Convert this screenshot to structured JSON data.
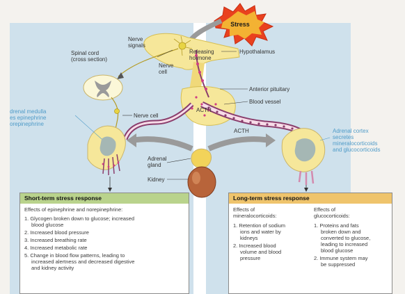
{
  "stress_label": "Stress",
  "labels": {
    "spinal_cord": "Spinal cord\n(cross section)",
    "nerve_signals": "Nerve\nsignals",
    "nerve_cell_top": "Nerve\ncell",
    "releasing_hormone": "Releasing\nhormone",
    "hypothalamus": "Hypothalamus",
    "anterior_pituitary": "Anterior pituitary",
    "blood_vessel": "Blood vessel",
    "acth_inside": "ACTH",
    "acth_below": "ACTH",
    "nerve_cell": "Nerve cell",
    "adrenal_medulla": "drenal medulla\nes epinephrine\norepinephrine",
    "adrenal_cortex": "Adrenal cortex\nsecretes\nmineralocorticoids\nand glucocorticoids",
    "adrenal_gland": "Adrenal\ngland",
    "kidney": "Kidney"
  },
  "short_term": {
    "title": "Short-term stress response",
    "intro": "Effects of epinephrine and norepinephrine:",
    "items": [
      "1. Glycogen broken down to glucose; increased\nblood glucose",
      "2. Increased blood pressure",
      "3. Increased breathing rate",
      "4. Increased metabolic rate",
      "5. Change in blood flow patterns, leading to\nincreased alertness and decreased digestive\nand kidney activity"
    ]
  },
  "long_term": {
    "title": "Long-term stress response",
    "mineralo": {
      "intro": "Effects of\nmineralocorticoids:",
      "items": [
        "1. Retention of sodium\nions and water by\nkidneys",
        "2. Increased blood\nvolume and blood\npressure"
      ]
    },
    "gluco": {
      "intro": "Effects of\nglucocorticoids:",
      "items": [
        "1. Proteins and fats\nbroken down and\nconverted to glucose,\nleading to increased\nblood glucose",
        "2. Immune system may\nbe suppressed"
      ]
    }
  },
  "colors": {
    "panel": "#cfe1ec",
    "tissue": "#f6e79a",
    "vessel": "#8a3d6c",
    "arrow": "#9a9a9a",
    "starburst": "#e9411e"
  }
}
